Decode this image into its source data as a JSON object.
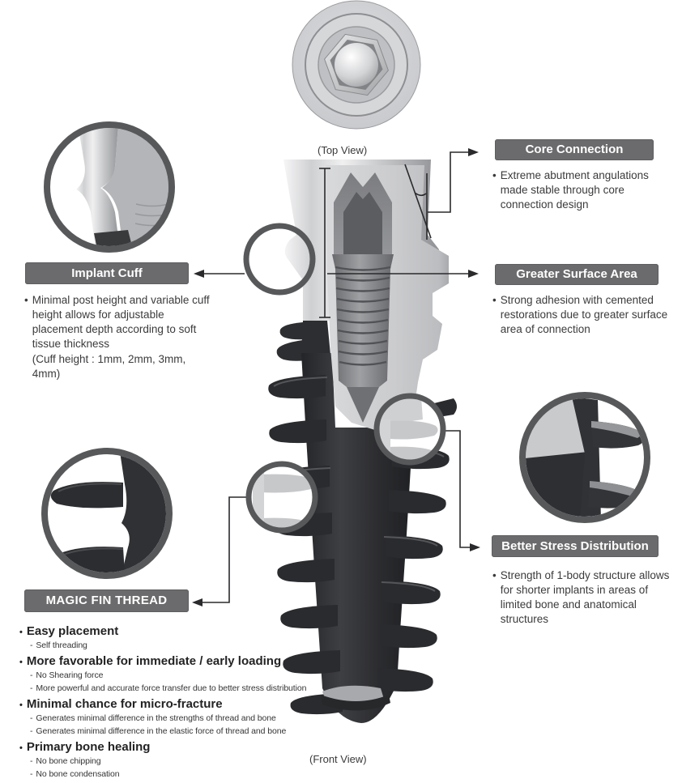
{
  "diagram": {
    "top_caption": "(Top View)",
    "bottom_caption": "(Front View)"
  },
  "glyphs": {
    "bullet": "•",
    "dash": "-"
  },
  "colors": {
    "header_bg": "#6b6b6d",
    "header_text": "#ffffff",
    "body_text": "#3b3b3d",
    "connector_line": "#2a2a2c",
    "magnifier_ring": "#57585a",
    "implant_dark": "#2b2c2f",
    "implant_light": "#cbccce"
  },
  "callouts": {
    "core_connection": {
      "title": "Core Connection",
      "text": "Extreme abutment angulations made stable through core connection design"
    },
    "greater_surface_area": {
      "title": "Greater Surface Area",
      "text": "Strong adhesion with cemented restorations due to greater surface area of connection"
    },
    "better_stress_distribution": {
      "title": "Better Stress Distribution",
      "text": "Strength of 1-body structure allows for shorter implants in areas of limited bone and anatomical structures"
    },
    "implant_cuff": {
      "title": "Implant Cuff",
      "text": "Minimal post height and variable cuff height allows for adjustable placement depth according to soft tissue thickness",
      "note": "(Cuff height : 1mm, 2mm, 3mm, 4mm)"
    },
    "magic_fin_thread": {
      "title": "MAGIC FIN THREAD",
      "features": [
        {
          "heading": "Easy placement",
          "items": [
            "Self threading"
          ]
        },
        {
          "heading": "More favorable for immediate / early loading",
          "items": [
            "No Shearing force",
            "More powerful and accurate force transfer due to better stress distribution"
          ]
        },
        {
          "heading": "Minimal chance for micro-fracture",
          "items": [
            "Generates minimal difference in the strengths of thread and bone",
            "Generates minimal difference in the elastic force of thread and bone"
          ]
        },
        {
          "heading": "Primary bone healing",
          "items": [
            "No bone chipping",
            "No bone condensation"
          ]
        }
      ]
    }
  }
}
